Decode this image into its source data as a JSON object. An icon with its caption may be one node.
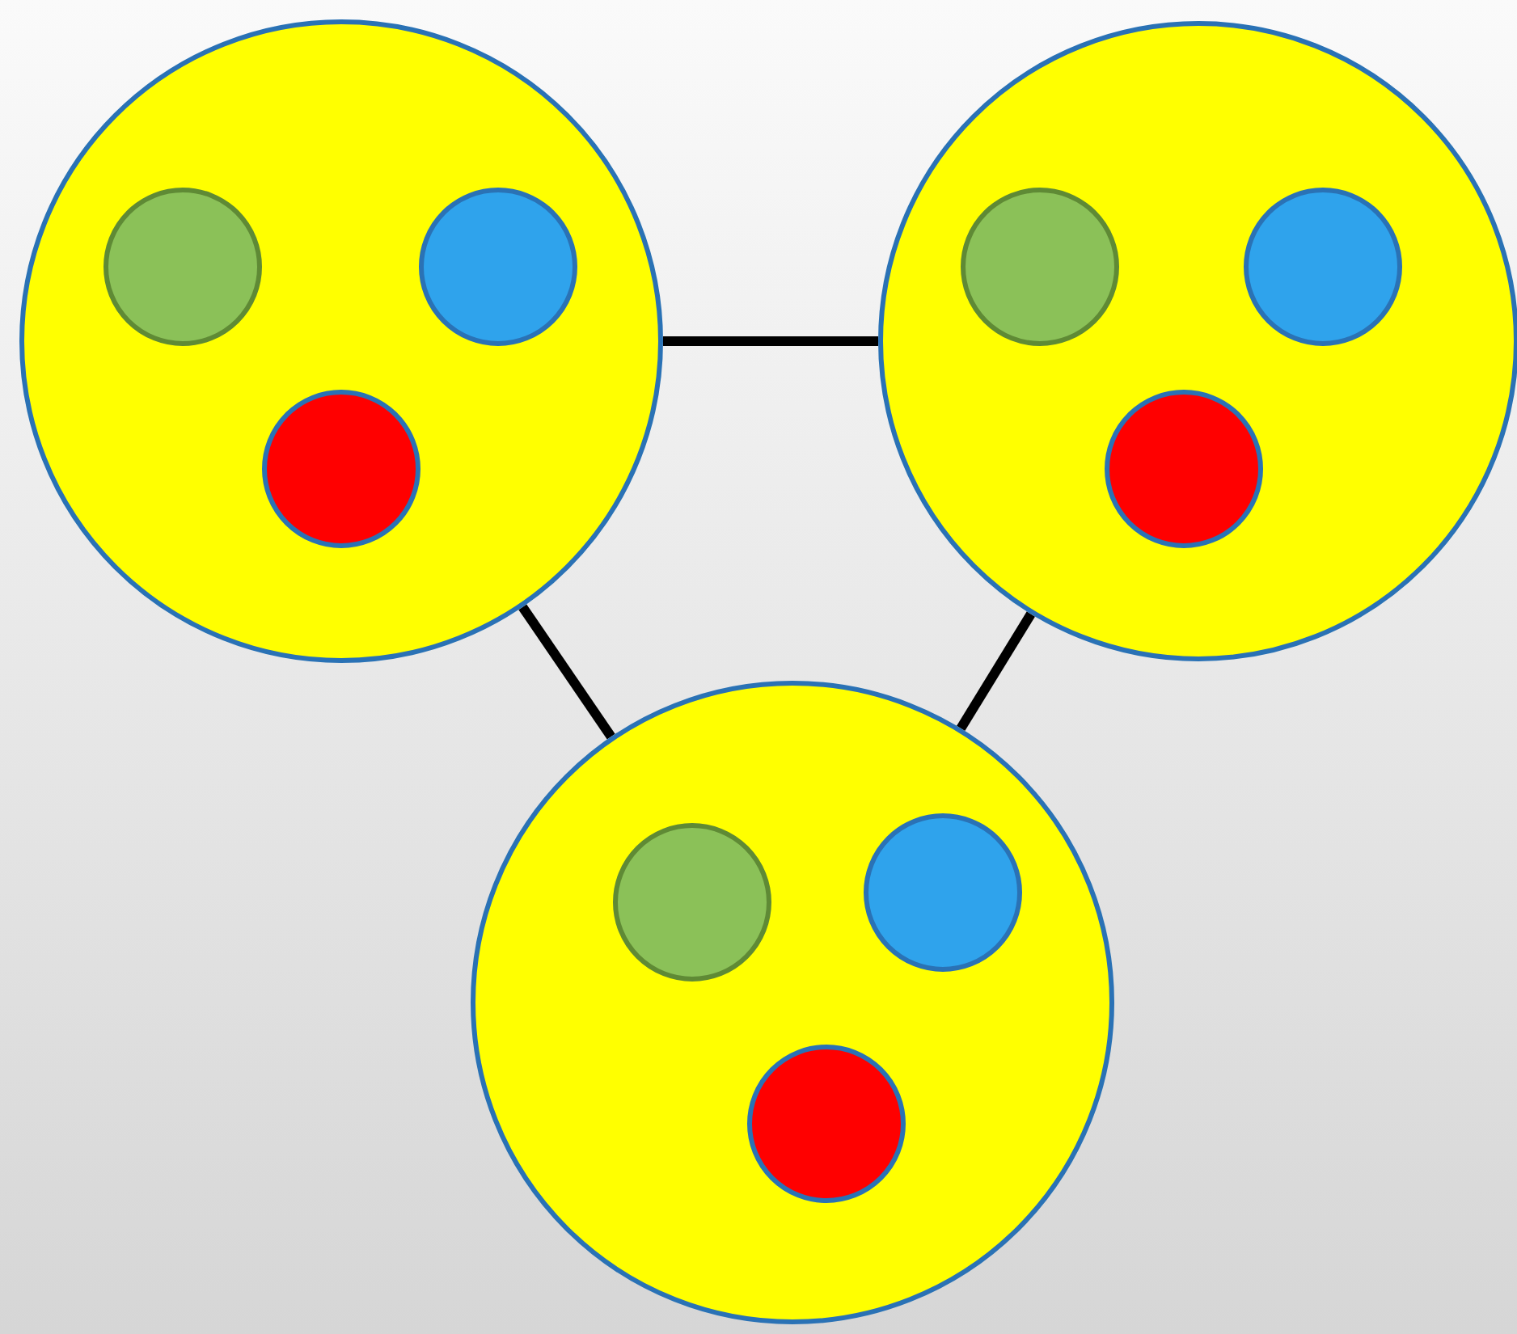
{
  "diagram": {
    "nodes": [
      {
        "text": [],
        "shape": "circle"
      },
      {
        "text": [],
        "shape": "circle",
        "in": 0
      },
      {
        "text": [],
        "shape": "circle",
        "in": 0
      },
      {
        "text": [],
        "shape": "circle",
        "in": 0
      },
      {
        "text": [],
        "shape": "circle"
      },
      {
        "text": [],
        "shape": "circle",
        "in": 4
      },
      {
        "text": [],
        "shape": "circle",
        "in": 4
      },
      {
        "text": [],
        "shape": "circle",
        "in": 4
      },
      {
        "text": [],
        "shape": "circle"
      },
      {
        "text": [],
        "shape": "circle",
        "in": 8
      },
      {
        "text": [],
        "shape": "circle",
        "in": 8
      },
      {
        "text": [],
        "shape": "circle",
        "in": 8
      }
    ],
    "edges": [
      {
        "from": 0,
        "to": 4,
        "arrow": "none"
      },
      {
        "from": 0,
        "to": 8,
        "arrow": "none"
      },
      {
        "from": 4,
        "to": 8,
        "arrow": "none"
      }
    ]
  }
}
